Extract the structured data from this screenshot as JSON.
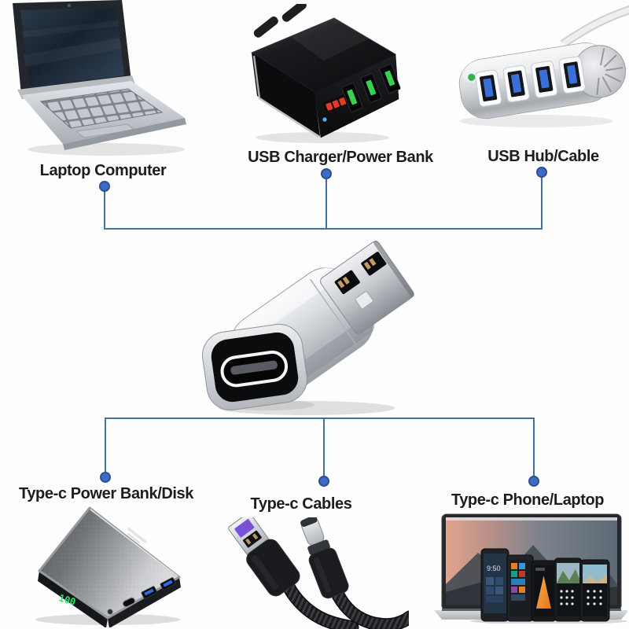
{
  "diagram": {
    "connector_line_color": "#41719c",
    "connector_dot_color": "#3e6bc7",
    "top_row": {
      "items": [
        {
          "id": "laptop",
          "label": "Laptop Computer",
          "icon": "laptop-computer-image"
        },
        {
          "id": "usb-charger",
          "label": "USB Charger/Power Bank",
          "icon": "usb-wall-charger-image"
        },
        {
          "id": "usb-hub",
          "label": "USB Hub/Cable",
          "icon": "usb-hub-image"
        }
      ]
    },
    "center_item": {
      "id": "usb-a-to-usb-c-adapter",
      "icon": "usb-a-to-usb-c-adapter-image"
    },
    "bottom_row": {
      "items": [
        {
          "id": "typec-power-bank",
          "label": "Type-c Power Bank/Disk",
          "icon": "power-bank-image"
        },
        {
          "id": "typec-cables",
          "label": "Type-c Cables",
          "icon": "usb-cables-image"
        },
        {
          "id": "typec-phone-laptop",
          "label": "Type-c Phone/Laptop",
          "icon": "phones-and-macbook-image"
        }
      ]
    }
  },
  "devices": {
    "power_bank": {
      "battery_display": "100"
    },
    "phone_1": {
      "screen_time": "9:50"
    }
  }
}
